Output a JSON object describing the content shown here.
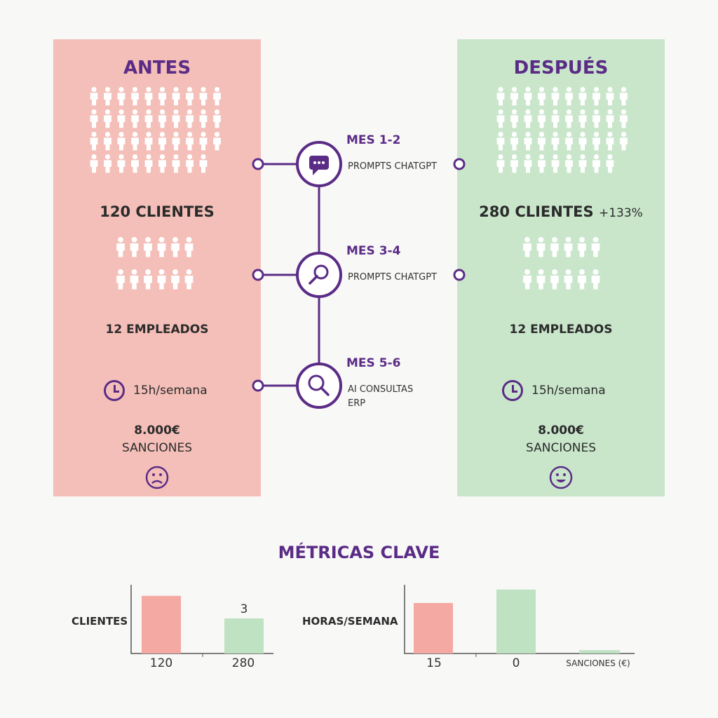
{
  "before": {
    "title": "ANTES",
    "clients": "120 CLIENTES",
    "employees": "12 EMPLEADOS",
    "hours": "15h/semana",
    "sanctions_amount": "8.000€",
    "sanctions_label": "SANCIONES",
    "face_icon": "sad-face-icon",
    "color": "#f4bfb8"
  },
  "after": {
    "title": "DESPUÉS",
    "clients": "280 CLIENTES",
    "clients_change": "+133%",
    "employees": "12 EMPLEADOS",
    "hours": "15h/semana",
    "sanctions_amount": "8.000€",
    "sanctions_label": "SANCIONES",
    "face_icon": "happy-face-icon",
    "color": "#c9e6cb"
  },
  "timeline": [
    {
      "label": "MES 1-2",
      "sub1": "PROMPTS CHATGPT",
      "sub2": "",
      "icon": "chat-icon"
    },
    {
      "label": "MES 3-4",
      "sub1": "PROMPTS CHATGPT",
      "sub2": "",
      "icon": "search-icon"
    },
    {
      "label": "MES 5-6",
      "sub1": "AI CONSULTAS",
      "sub2": "ERP",
      "icon": "search-icon"
    }
  ],
  "metrics": {
    "title": "MÉTRICAS CLAVE",
    "accent": "#5b2c86"
  },
  "chart_data": [
    {
      "type": "bar",
      "ylabel": "CLIENTES",
      "categories": [
        "120",
        "280"
      ],
      "values": [
        120,
        73
      ],
      "colors": [
        "#f4aaa3",
        "#bfe3c2"
      ],
      "data_labels": [
        "",
        "3"
      ]
    },
    {
      "type": "bar",
      "ylabel": "HORAS/SEMANA",
      "categories": [
        "15",
        "0",
        "SANCIONES (€)"
      ],
      "values": [
        15,
        19,
        1
      ],
      "colors": [
        "#f4aaa3",
        "#bfe3c2",
        "#bfe3c2"
      ],
      "data_labels": [
        "",
        "",
        ""
      ]
    }
  ]
}
